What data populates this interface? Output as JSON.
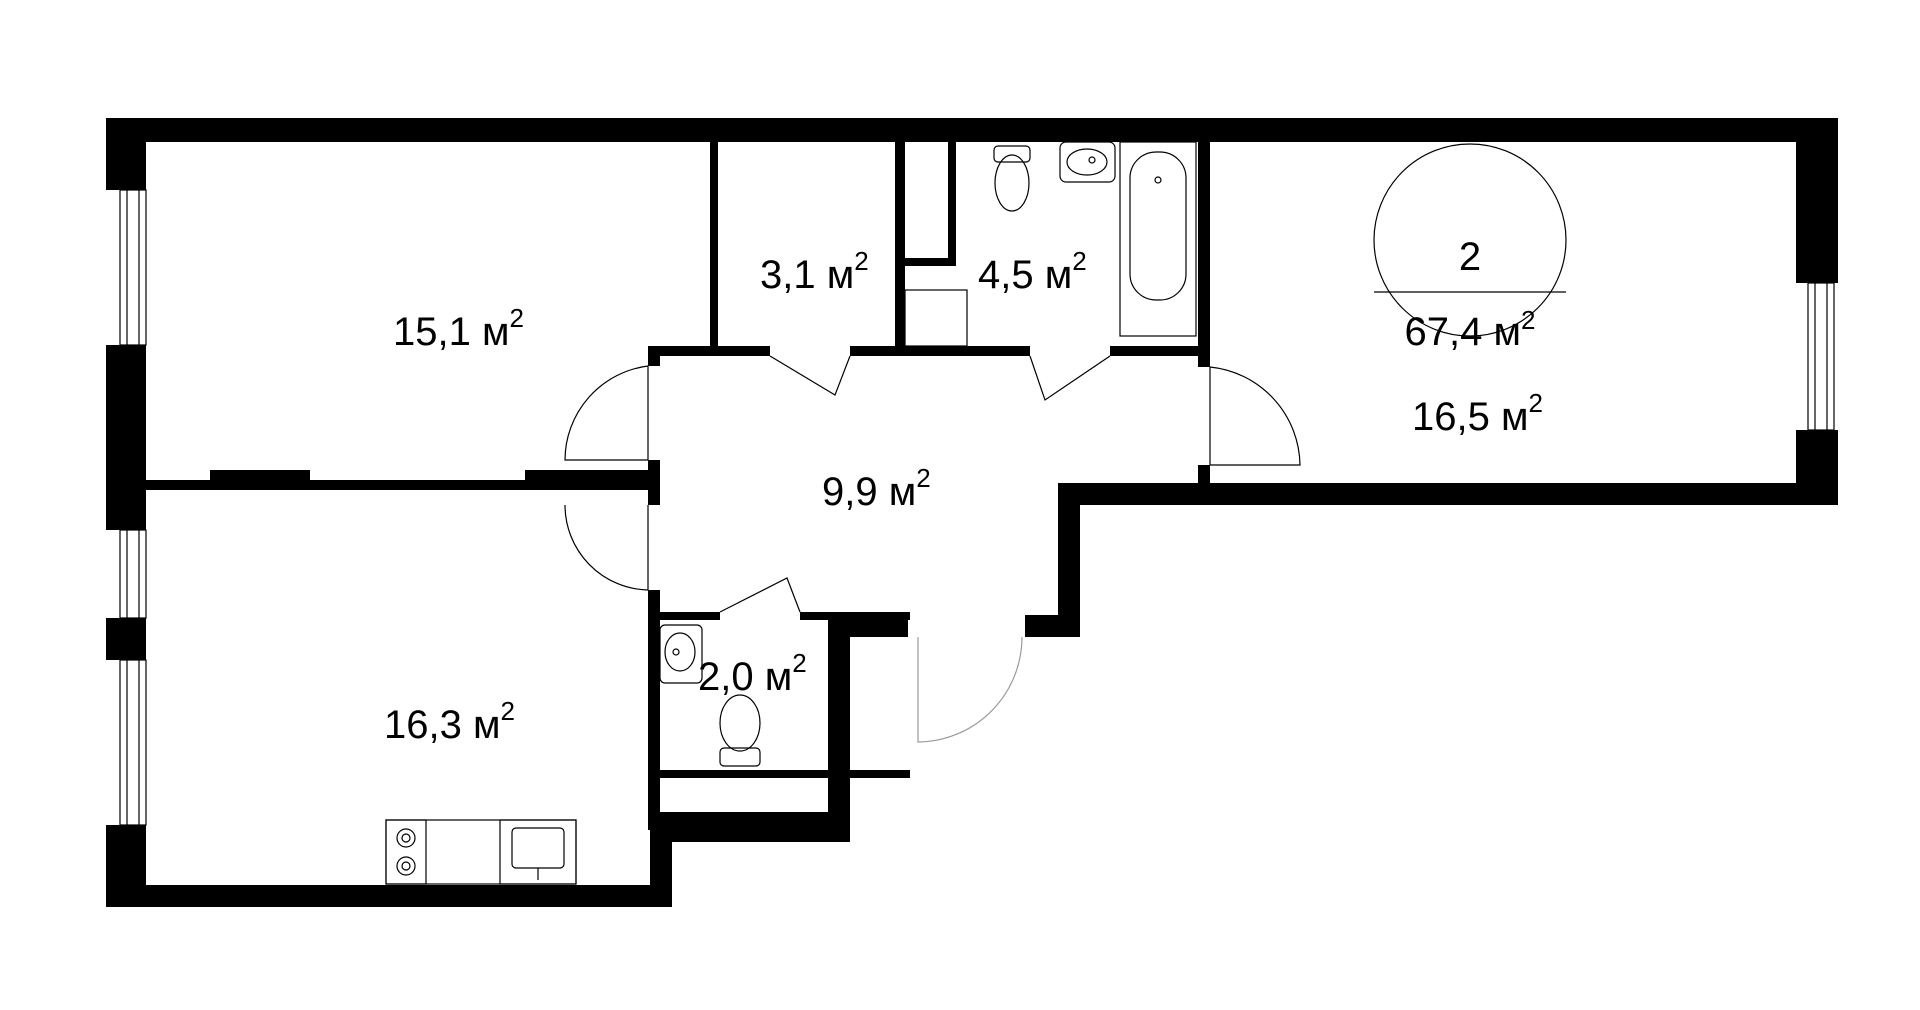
{
  "summary": {
    "rooms": "2",
    "total_area": "67,4 м",
    "total_unit_sup": "2"
  },
  "rooms": [
    {
      "id": "bedroom_1",
      "area": "15,1 м",
      "sup": "2"
    },
    {
      "id": "storage",
      "area": "3,1 м",
      "sup": "2"
    },
    {
      "id": "bathroom",
      "area": "4,5 м",
      "sup": "2"
    },
    {
      "id": "living_room",
      "area": "16,5 м",
      "sup": "2"
    },
    {
      "id": "hall",
      "area": "9,9 м",
      "sup": "2"
    },
    {
      "id": "kitchen",
      "area": "16,3 м",
      "sup": "2"
    },
    {
      "id": "toilet",
      "area": "2,0 м",
      "sup": "2"
    }
  ]
}
